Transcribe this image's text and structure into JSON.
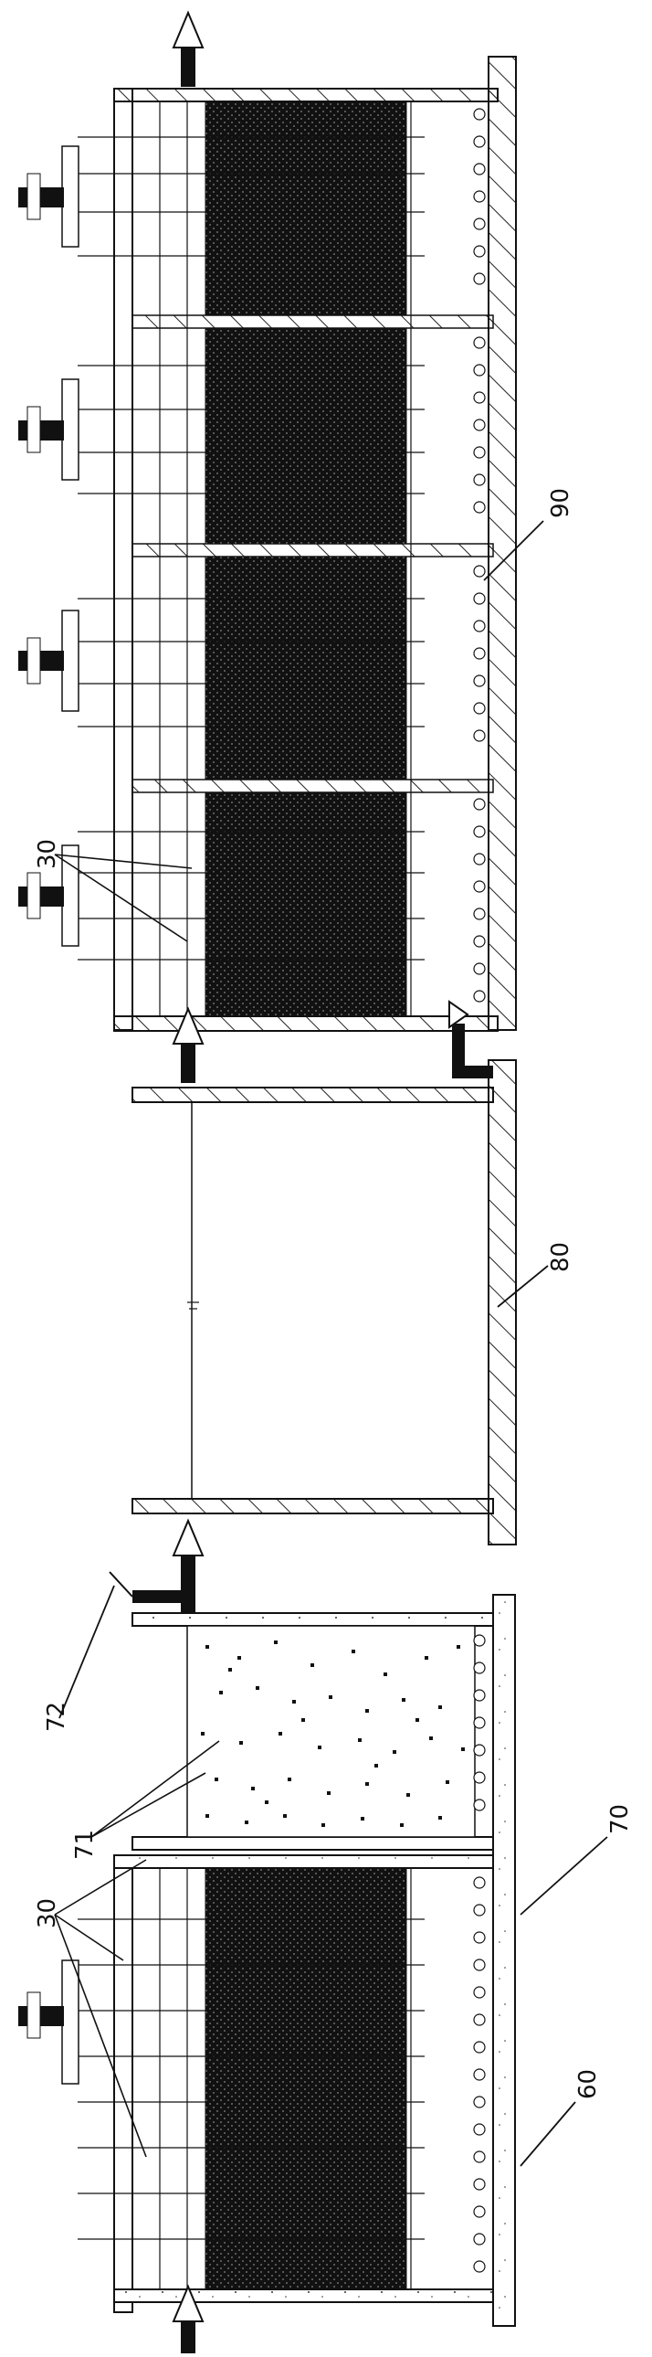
{
  "labels": {
    "sedimentation_tank": "90",
    "intermediate_tank": "80",
    "media_particles": "71",
    "outlet_pipe": "72",
    "reactor_tank": "70",
    "base_slab": "60",
    "filter_modules_upper": "30",
    "filter_modules_lower": "30"
  },
  "colors": {
    "line": "#111111",
    "media_fill": "#1a1a1a",
    "hatch": "#222222",
    "background": "#ffffff"
  },
  "icons": {
    "flow_arrow": "arrow-icon",
    "valve": "valve-icon",
    "diffuser": "aeration-diffuser-icon"
  }
}
